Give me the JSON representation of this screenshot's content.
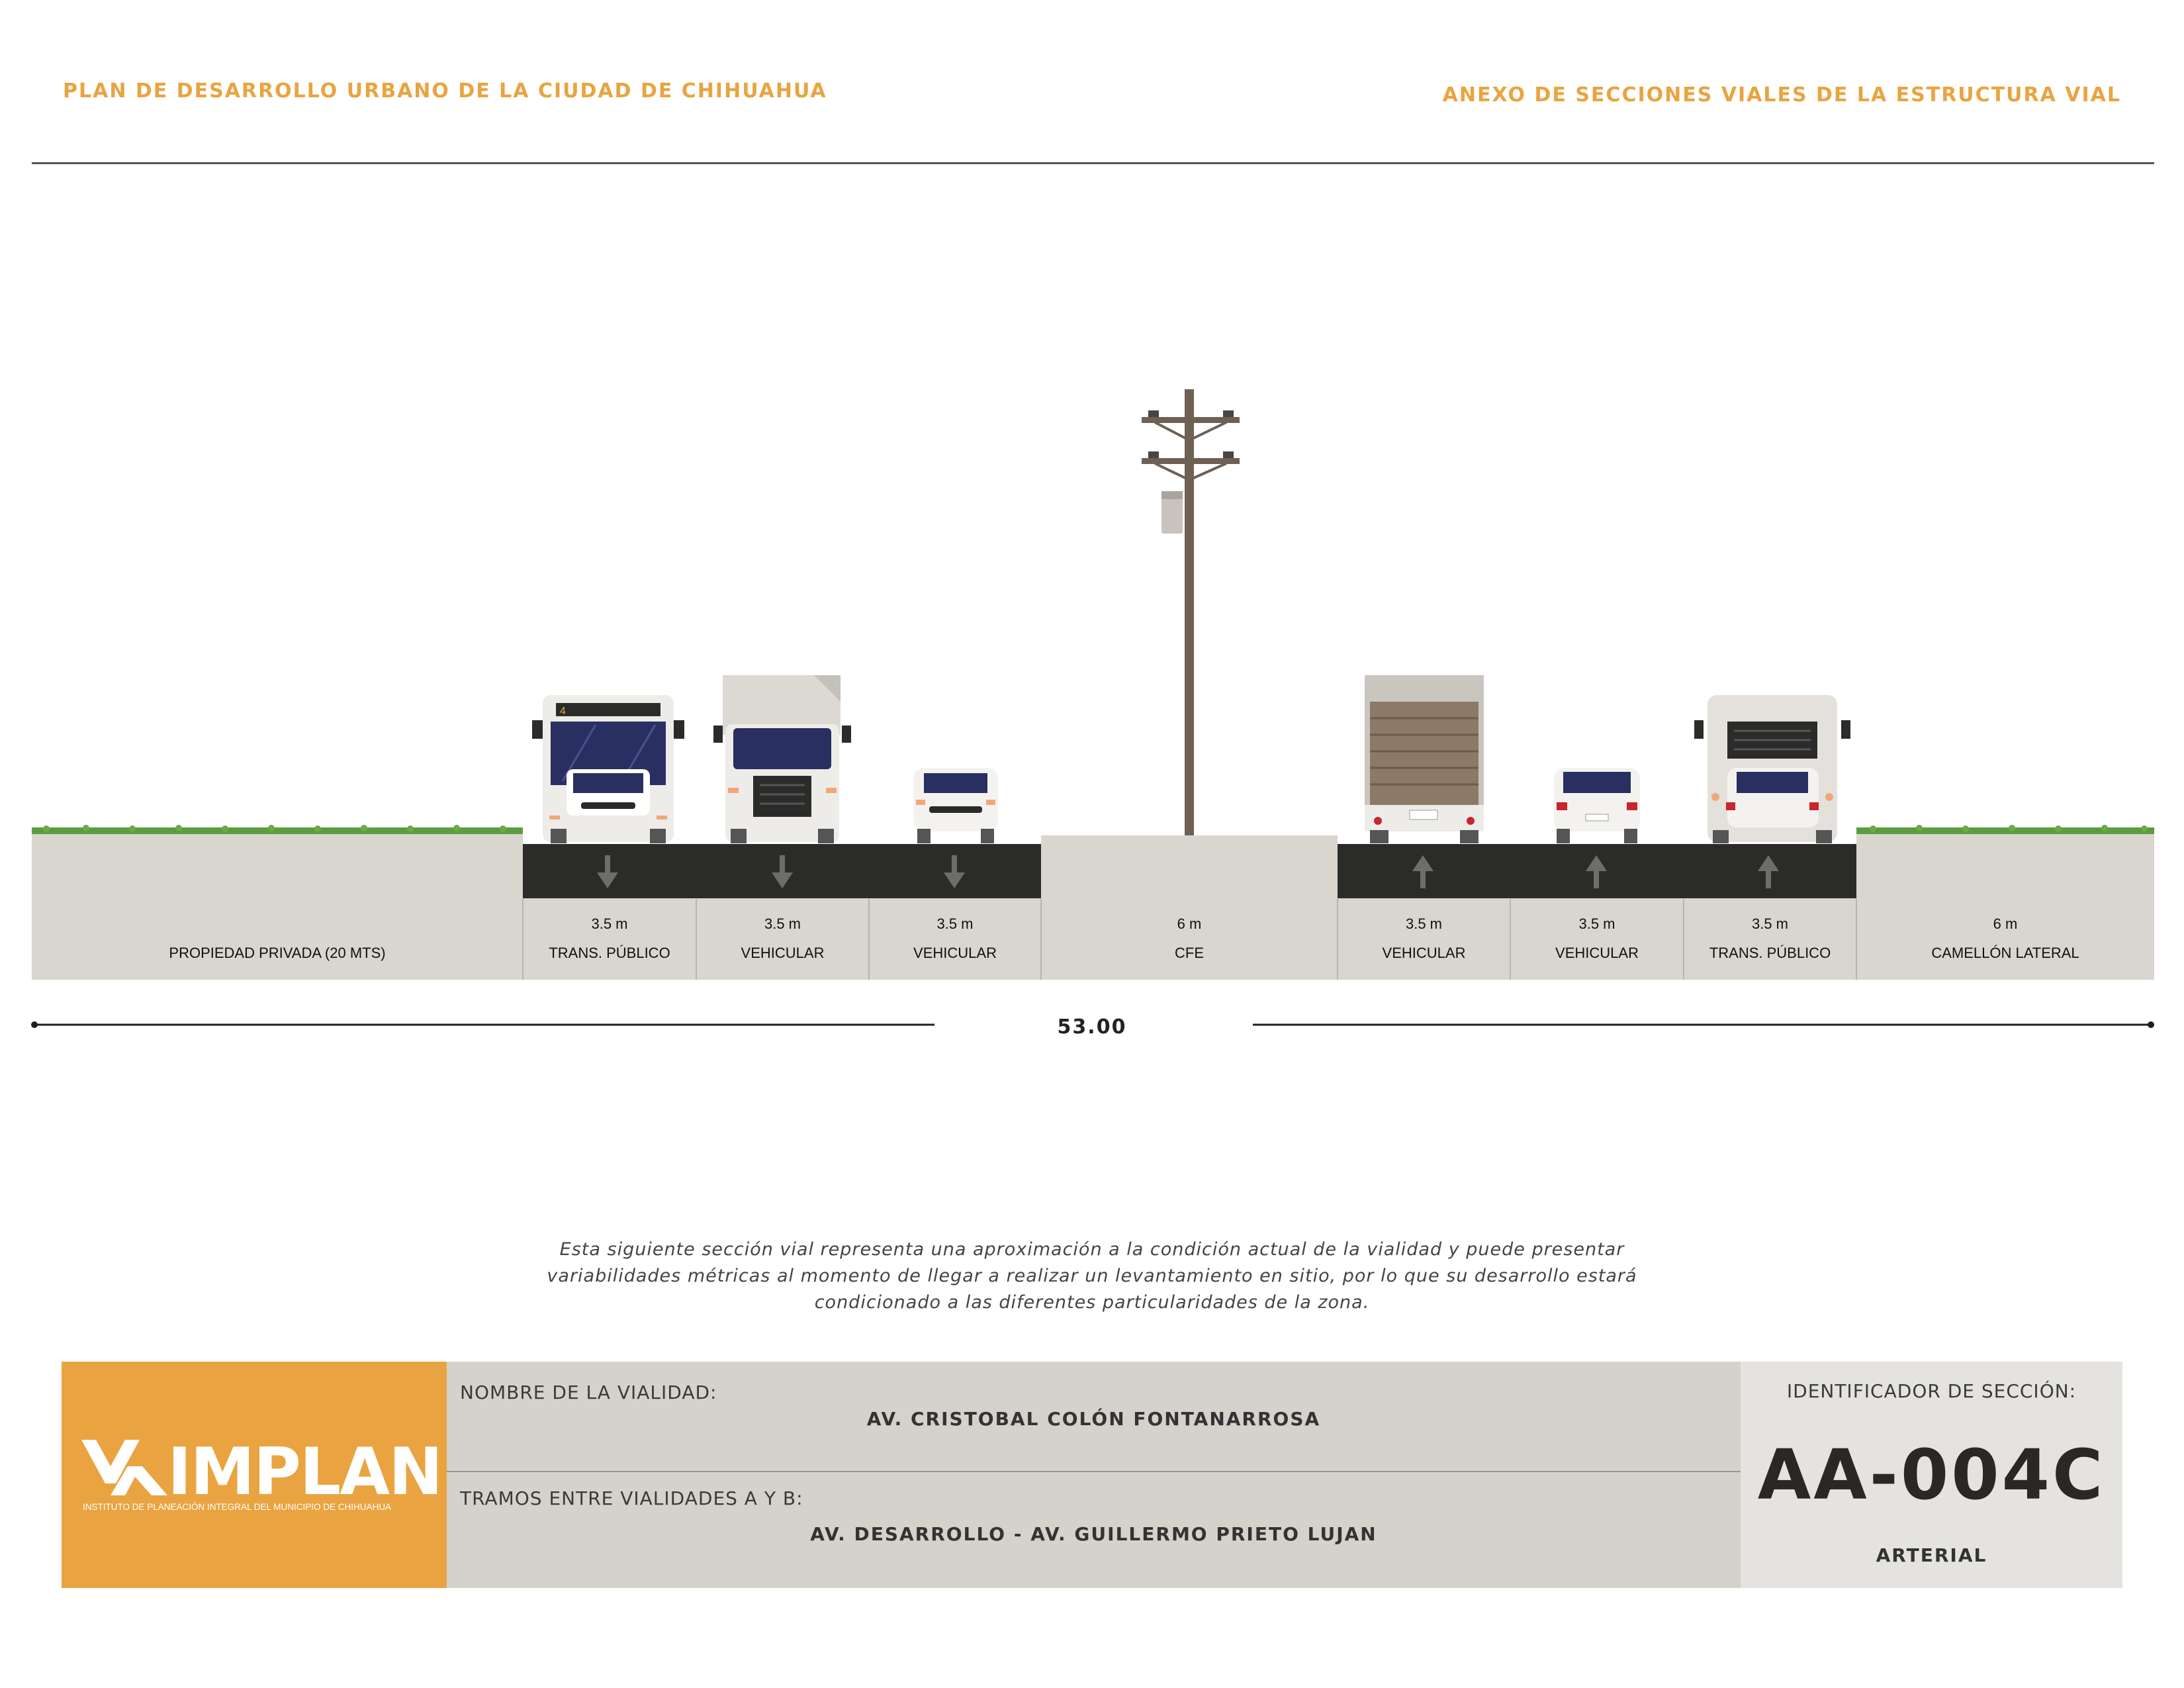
{
  "header": {
    "left_title": "PLAN DE DESARROLLO URBANO DE LA CIUDAD DE CHIHUAHUA",
    "right_title": "ANEXO DE SECCIONES VIALES DE LA ESTRUCTURA VIAL"
  },
  "section": {
    "segments": [
      {
        "width": "",
        "name": "PROPIEDAD PRIVADA (20 MTS)",
        "kind": "property"
      },
      {
        "width": "3.5 m",
        "name": "TRANS. PÚBLICO",
        "kind": "lane",
        "direction": "down",
        "vehicle": "bus"
      },
      {
        "width": "3.5 m",
        "name": "VEHICULAR",
        "kind": "lane",
        "direction": "down",
        "vehicle": "truck"
      },
      {
        "width": "3.5 m",
        "name": "VEHICULAR",
        "kind": "lane",
        "direction": "down",
        "vehicle": "car"
      },
      {
        "width": "6 m",
        "name": "CFE",
        "kind": "median",
        "vehicle": "utility-pole"
      },
      {
        "width": "3.5 m",
        "name": "VEHICULAR",
        "kind": "lane",
        "direction": "up",
        "vehicle": "box-truck-rear"
      },
      {
        "width": "3.5 m",
        "name": "VEHICULAR",
        "kind": "lane",
        "direction": "up",
        "vehicle": "car-rear"
      },
      {
        "width": "3.5 m",
        "name": "TRANS. PÚBLICO",
        "kind": "lane",
        "direction": "up",
        "vehicle": "bus-rear"
      },
      {
        "width": "6 m",
        "name": "CAMELLÓN LATERAL",
        "kind": "side-median"
      }
    ],
    "total_width": "53.00",
    "bus_route_number": "4"
  },
  "note": {
    "line1": "Esta siguiente sección vial representa una aproximación a la condición actual de la vialidad y puede presentar",
    "line2": "variabilidades métricas al momento de llegar a realizar un levantamiento en sitio, por lo que su desarrollo estará",
    "line3": "condicionado a las diferentes particularidades de la zona."
  },
  "footer": {
    "logo_text": "IMPLAN",
    "logo_subtitle": "INSTITUTO DE PLANEACIÓN INTEGRAL DEL MUNICIPIO DE CHIHUAHUA",
    "street_label": "NOMBRE DE LA VIALIDAD:",
    "street_name": "AV. CRISTOBAL COLÓN FONTANARROSA",
    "segment_label": "TRAMOS ENTRE VIALIDADES A Y B:",
    "segment_value": "AV. DESARROLLO - AV. GUILLERMO PRIETO LUJAN",
    "id_label": "IDENTIFICADOR DE SECCIÓN:",
    "id_code": "AA-004C",
    "classification": "ARTERIAL"
  },
  "colors": {
    "accent": "#e9a441",
    "asphalt": "#2b2c2a",
    "sidewalk": "#d9d5cf",
    "grass": "#5c9c3c",
    "footer_mid": "#d5d1cb",
    "footer_right": "#e5e3df"
  }
}
